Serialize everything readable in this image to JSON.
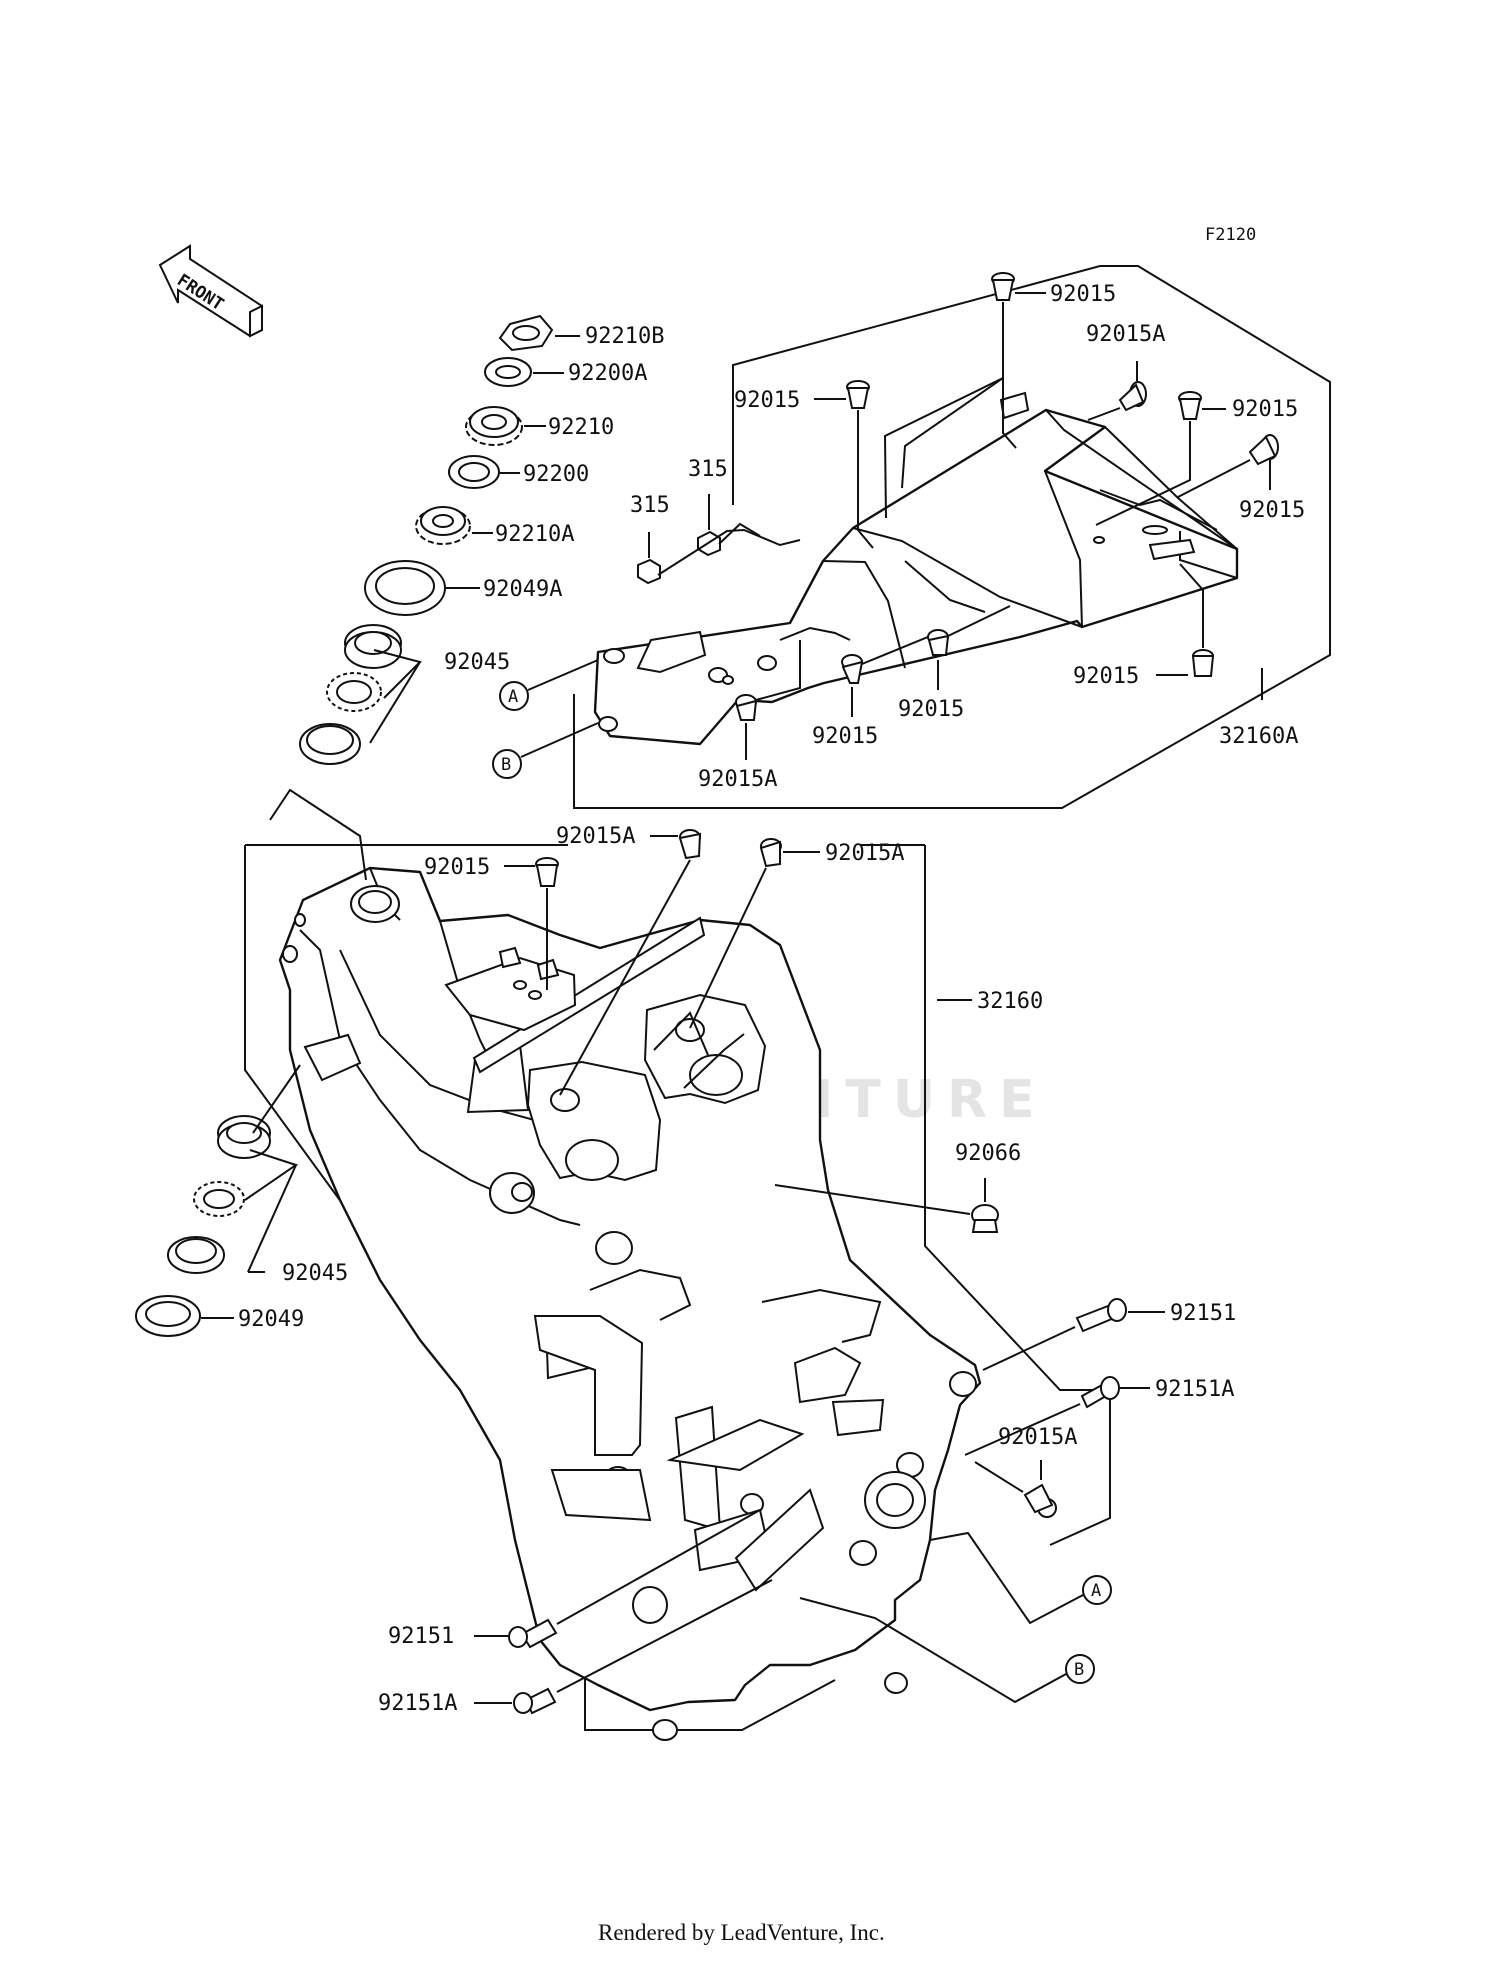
{
  "diagram_code": "F2120",
  "front_badge": "FRONT",
  "watermark": "LEADVENTURE",
  "footer": "Rendered by LeadVenture, Inc.",
  "labels": {
    "p92210B": "92210B",
    "p92200A": "92200A",
    "p92210": "92210",
    "p92200": "92200",
    "p92210A": "92210A",
    "p92049A": "92049A",
    "p92045_top": "92045",
    "p315_a": "315",
    "p315_b": "315",
    "p92015_t1": "92015",
    "p92015A_t": "92015A",
    "p92015_t2": "92015",
    "p92015_t3": "92015",
    "p92015_t4": "92015",
    "p92015_b1": "92015",
    "p92015_b2": "92015",
    "p92015A_b": "92015A",
    "p32160A": "32160A",
    "callout_A_top": "A",
    "callout_B_top": "B",
    "p92015A_m1": "92015A",
    "p92015A_m2": "92015A",
    "p92015_m": "92015",
    "p32160": "32160",
    "p92066": "92066",
    "p92045_bot": "92045",
    "p92049": "92049",
    "p92151_r": "92151",
    "p92151A_r": "92151A",
    "p92015A_r": "92015A",
    "callout_A_bot": "A",
    "callout_B_bot": "B",
    "p92151_l": "92151",
    "p92151A_l": "92151A"
  }
}
